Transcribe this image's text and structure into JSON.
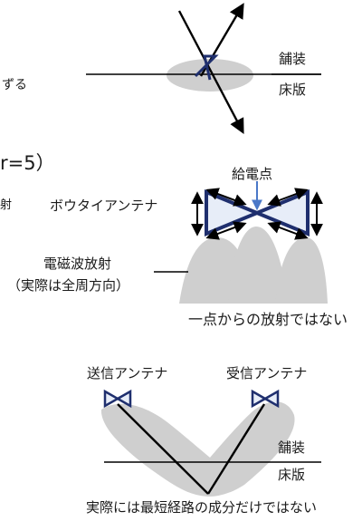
{
  "top_diagram": {
    "left_fragment": "ずる",
    "pavement_label": "舗装",
    "deck_label": "床版"
  },
  "middle_diagram": {
    "heading_fragment": "r=5）",
    "left_fragment": "射",
    "feed_point_label": "給電点",
    "antenna_label": "ボウタイアンテナ",
    "radiation_label_line1": "電磁波放射",
    "radiation_label_line2": "（実際は全周方向）",
    "caption": "一点からの放射ではない"
  },
  "bottom_diagram": {
    "tx_antenna_label": "送信アンテナ",
    "rx_antenna_label": "受信アンテナ",
    "pavement_label": "舗装",
    "deck_label": "床版",
    "caption": "実際には最短経路の成分だけではない"
  },
  "colors": {
    "shape_fill": "#cfcfcf",
    "antenna_blue": "#1f2f6e",
    "antenna_fill": "#e7edf8",
    "feed_arrow": "#4a78c8",
    "line": "#000000"
  }
}
